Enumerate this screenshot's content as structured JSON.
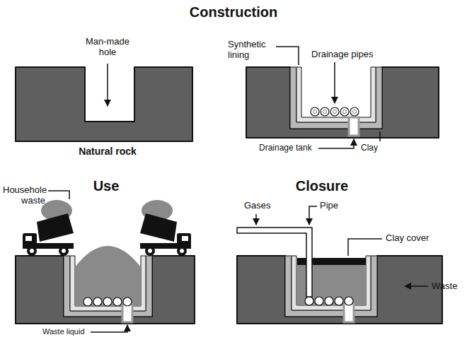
{
  "diagram": {
    "labels": [
      "Construction",
      "Man-made hole",
      "Natural rock",
      "Synthetic lining",
      "Drainage pipes",
      "Drainage tank",
      "Clay",
      "Use",
      "Househole waste",
      "Waste liquid",
      "Closure",
      "Gases",
      "Pipe",
      "Clay cover",
      "Waste"
    ]
  }
}
